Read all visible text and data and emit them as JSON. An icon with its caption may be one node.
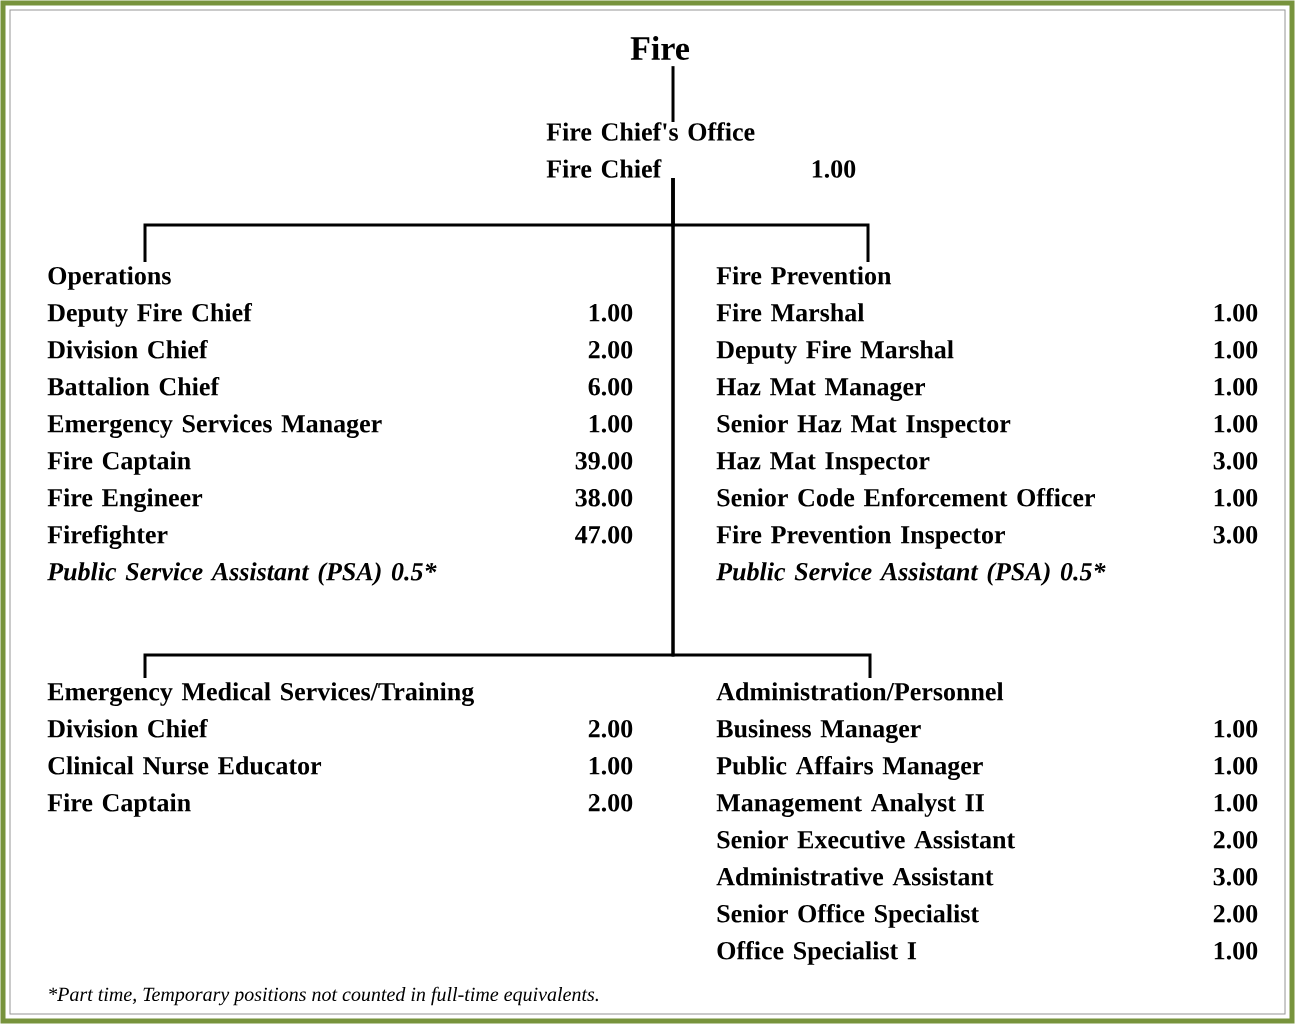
{
  "diagram": {
    "caption": "*Part time, Temporary positions not counted in full-time equivalents.",
    "nodes": [
      {
        "text": [
          "Fire"
        ]
      },
      {
        "text": [
          "Fire Chief's Office",
          "Fire Chief",
          "1.00"
        ]
      },
      {
        "text": [
          "Operations",
          "Deputy Fire Chief",
          "1.00",
          "Division Chief",
          "2.00",
          "Battalion Chief",
          "6.00",
          "Emergency Services Manager",
          "1.00",
          "Fire Captain",
          "39.00",
          "Fire Engineer",
          "38.00",
          "Firefighter",
          "47.00",
          "Public Service Assistant (PSA) 0.5*"
        ]
      },
      {
        "text": [
          "Fire Prevention",
          "Fire Marshal",
          "1.00",
          "Deputy Fire Marshal",
          "1.00",
          "Haz Mat Manager",
          "1.00",
          "Senior Haz Mat Inspector",
          "1.00",
          "Haz Mat Inspector",
          "3.00",
          "Senior Code Enforcement Officer",
          "1.00",
          "Fire Prevention Inspector",
          "3.00",
          "Public Service Assistant (PSA) 0.5*"
        ]
      },
      {
        "text": [
          "Emergency Medical Services/Training",
          "Division Chief",
          "2.00",
          "Clinical Nurse Educator",
          "1.00",
          "Fire Captain",
          "2.00"
        ]
      },
      {
        "text": [
          "Administration/Personnel",
          "Business Manager",
          "1.00",
          "Public Affairs Manager",
          "1.00",
          "Management Analyst II",
          "1.00",
          "Senior Executive Assistant",
          "2.00",
          "Administrative Assistant",
          "3.00",
          "Senior Office Specialist",
          "2.00",
          "Office Specialist I",
          "1.00"
        ]
      }
    ],
    "edges": [
      {
        "from": 0,
        "to": 1,
        "arrow": "none"
      },
      {
        "from": 1,
        "to": 2,
        "arrow": "none"
      },
      {
        "from": 1,
        "to": 3,
        "arrow": "none"
      },
      {
        "from": 1,
        "to": 4,
        "arrow": "none"
      },
      {
        "from": 1,
        "to": 5,
        "arrow": "none"
      }
    ]
  }
}
